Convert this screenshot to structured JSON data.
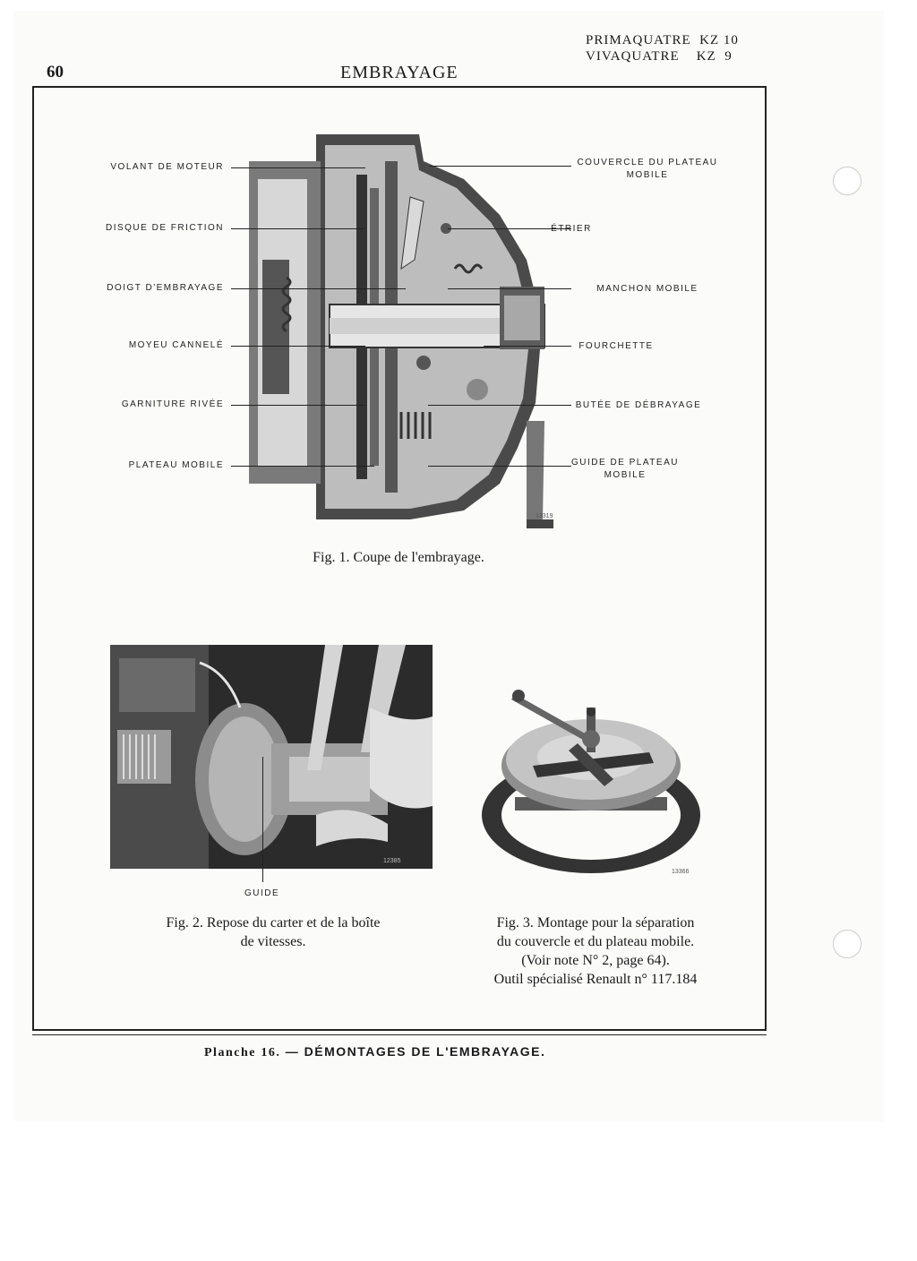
{
  "header": {
    "page_number": "60",
    "section_title": "EMBRAYAGE",
    "models": [
      "PRIMAQUATRE  KZ 10",
      "VIVAQUATRE    KZ  9"
    ]
  },
  "figure1": {
    "labels_left": [
      "VOLANT DE MOTEUR",
      "DISQUE DE FRICTION",
      "DOIGT D'EMBRAYAGE",
      "MOYEU CANNELÉ",
      "GARNITURE RIVÉE",
      "PLATEAU MOBILE"
    ],
    "labels_right": [
      "COUVERCLE DU PLATEAU MOBILE",
      "ÉTRIER",
      "MANCHON MOBILE",
      "FOURCHETTE",
      "BUTÉE DE DÉBRAYAGE",
      "GUIDE DE PLATEAU MOBILE"
    ],
    "photo_number": "13319",
    "caption": "Fig. 1. Coupe de l'embrayage."
  },
  "figure2": {
    "label": "GUIDE",
    "photo_number": "12385",
    "caption_line1": "Fig. 2. Repose du carter et de la boîte",
    "caption_line2": "de vitesses."
  },
  "figure3": {
    "photo_number": "13366",
    "caption_lines": [
      "Fig. 3. Montage pour la séparation",
      "du couvercle et du plateau mobile.",
      "(Voir note N° 2, page 64).",
      "Outil spécialisé Renault n° 117.184"
    ]
  },
  "footer": {
    "plate_label": "Planche",
    "plate_number": "16.",
    "plate_title": "— DÉMONTAGES DE L'EMBRAYAGE."
  }
}
